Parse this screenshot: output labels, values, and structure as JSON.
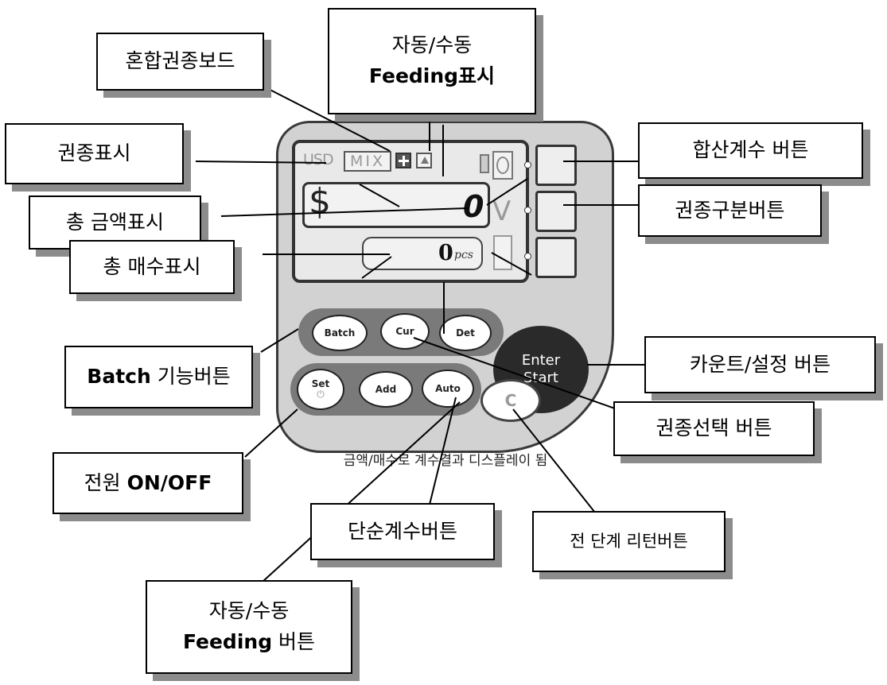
{
  "callouts": {
    "mix_board": "혼합권종보드",
    "feeding_display_line1": "자동/수동",
    "feeding_display_line2": "Feeding표시",
    "currency_display": "권종표시",
    "total_amount": "총 금액표시",
    "total_count": "총 매수표시",
    "sum_count_button": "합산계수 버튼",
    "denom_sort_button": "권종구분버튼",
    "batch_button_bold": "Batch",
    "batch_button_rest": " 기능버튼",
    "count_set_button": "카운트/설정 버튼",
    "currency_select_button": "권종선택 버튼",
    "power_prefix": "전원 ",
    "power_bold": "ON/OFF",
    "simple_count_button": "단순계수버튼",
    "return_button": "전 단계 리턴버튼",
    "feeding_button_line1": "자동/수동",
    "feeding_button_line2_bold": "Feeding",
    "feeding_button_line2_rest": " 버튼"
  },
  "device": {
    "lcd": {
      "currency_code": "USD",
      "mix_label": "MIX",
      "currency_symbol": "$",
      "amount_value": "0",
      "count_value": "0",
      "count_unit": "pcs",
      "v_mark": "V"
    },
    "buttons": {
      "batch": "Batch",
      "cur": "Cur",
      "det": "Det",
      "set": "Set",
      "add": "Add",
      "auto": "Auto",
      "enter_line1": "Enter",
      "enter_line2": "Start",
      "clear": "C"
    },
    "caption": "금액/매수로 계수결과 디스플레이 됨"
  },
  "colors": {
    "device_body": "#d2d2d2",
    "enter_button": "#2a2a2a",
    "shadow": "#8c8c8c"
  }
}
